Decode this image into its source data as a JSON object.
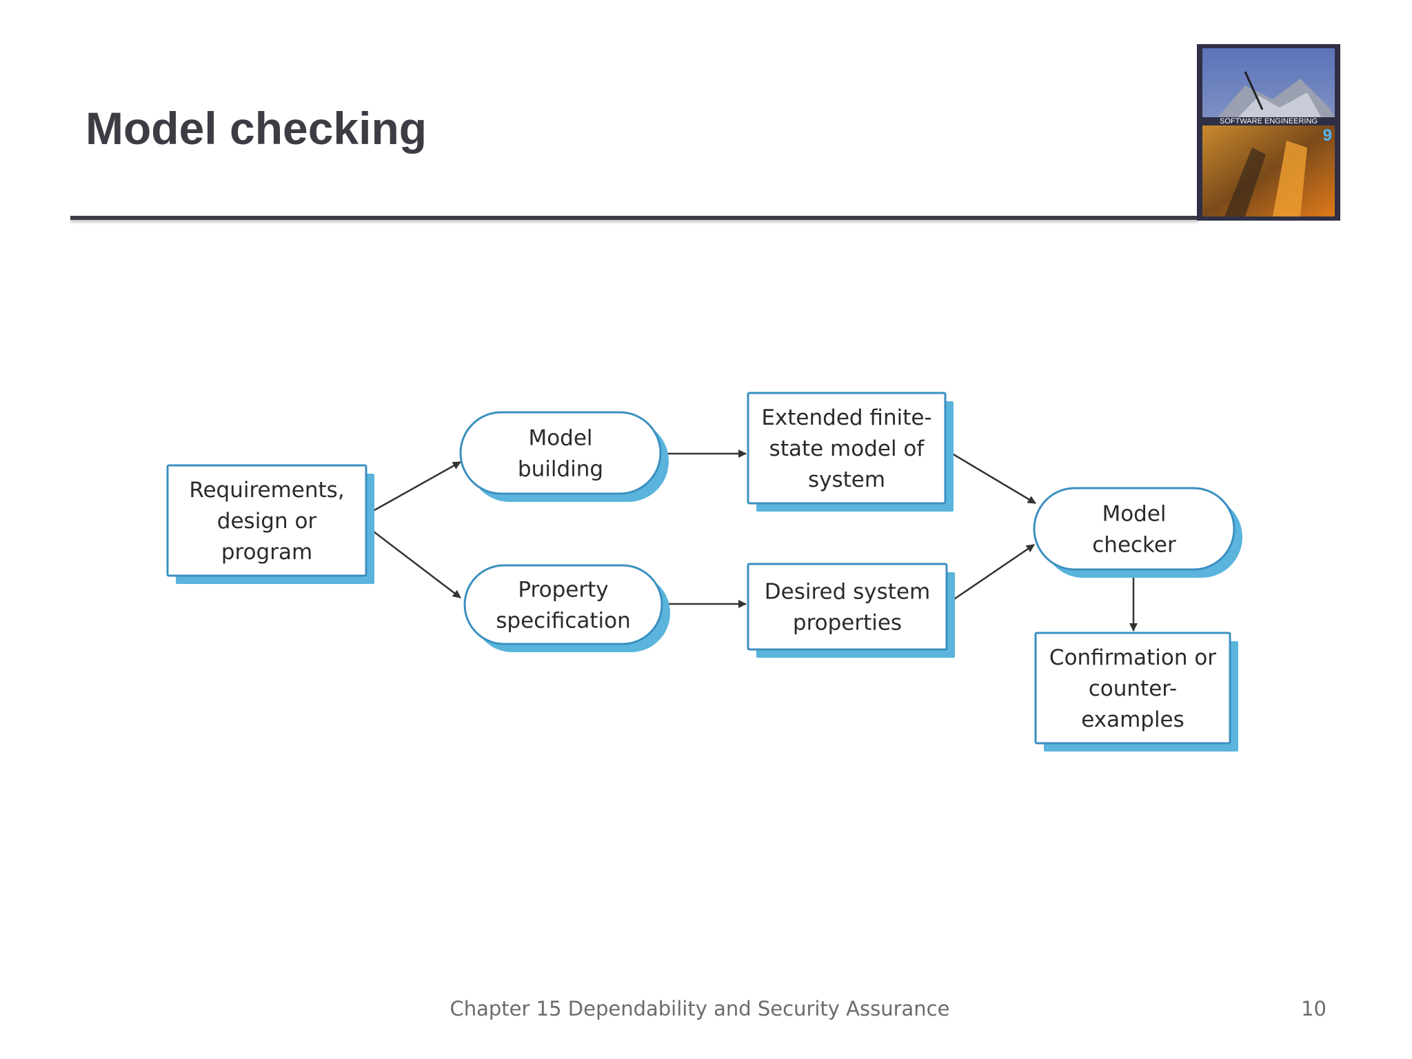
{
  "slide": {
    "title": "Model checking",
    "footer": "Chapter 15 Dependability and Security Assurance",
    "page_number": "10"
  },
  "book_cover": {
    "caption": "SOFTWARE ENGINEERING",
    "edition": "9"
  },
  "diagram": {
    "nodes": [
      {
        "id": "requirements",
        "shape": "rectangle",
        "lines": [
          "Requirements,",
          "design or",
          "program"
        ]
      },
      {
        "id": "model-building",
        "shape": "rounded",
        "lines": [
          "Model",
          "building"
        ]
      },
      {
        "id": "property-specification",
        "shape": "rounded",
        "lines": [
          "Property",
          "specification"
        ]
      },
      {
        "id": "extended-fsm",
        "shape": "rectangle",
        "lines": [
          "Extended finite-",
          "state model of",
          "system"
        ]
      },
      {
        "id": "desired-properties",
        "shape": "rectangle",
        "lines": [
          "Desired system",
          "properties"
        ]
      },
      {
        "id": "model-checker",
        "shape": "rounded",
        "lines": [
          "Model",
          "checker"
        ]
      },
      {
        "id": "confirmation",
        "shape": "rectangle",
        "lines": [
          "Confirmation or",
          "counter-",
          "examples"
        ]
      }
    ],
    "edges": [
      {
        "from": "requirements",
        "to": "model-building"
      },
      {
        "from": "requirements",
        "to": "property-specification"
      },
      {
        "from": "model-building",
        "to": "extended-fsm"
      },
      {
        "from": "property-specification",
        "to": "desired-properties"
      },
      {
        "from": "extended-fsm",
        "to": "model-checker"
      },
      {
        "from": "desired-properties",
        "to": "model-checker"
      },
      {
        "from": "model-checker",
        "to": "confirmation"
      }
    ],
    "colors": {
      "shadow": "#5ab4dc",
      "border": "#3a8fc0",
      "fill": "#ffffff",
      "arrow": "#333333"
    }
  }
}
